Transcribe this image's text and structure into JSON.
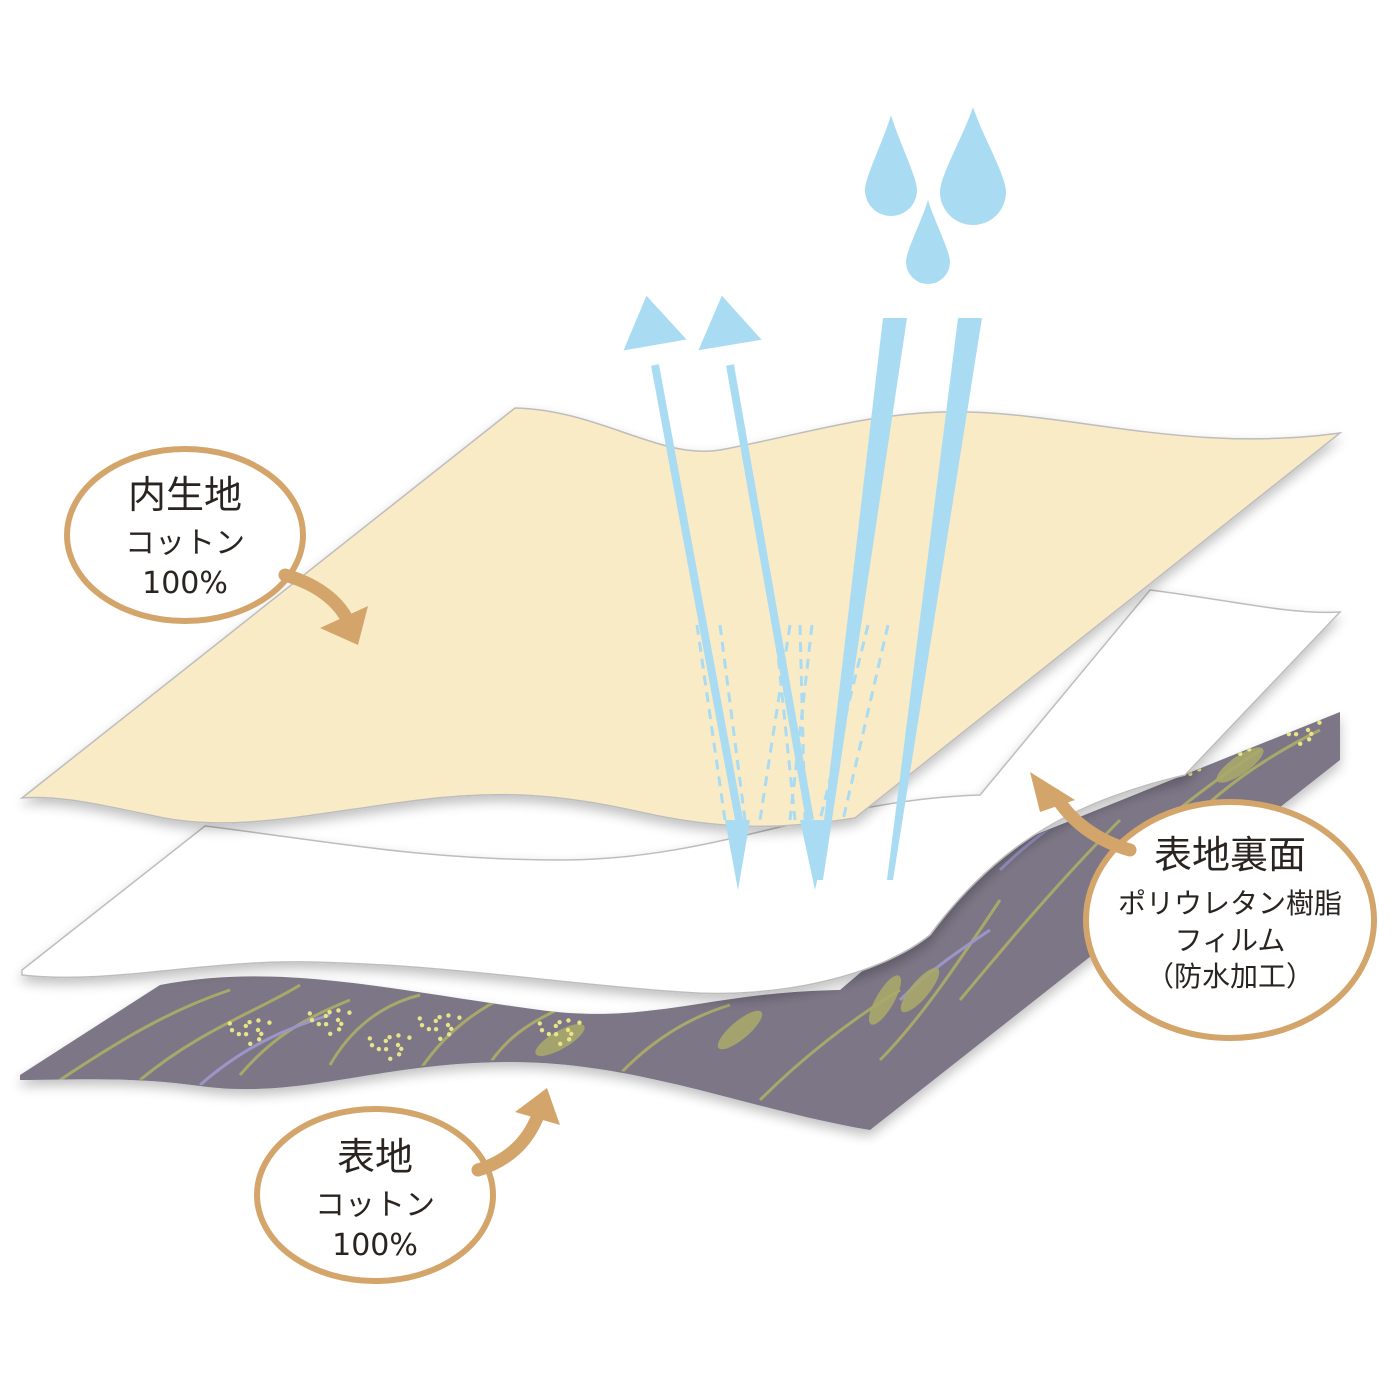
{
  "callouts": {
    "inner": {
      "title": "内生地",
      "line1": "コットン",
      "line2": "100%"
    },
    "back": {
      "title": "表地裏面",
      "line1": "ポリウレタン樹脂",
      "line2": "フィルム",
      "line3": "（防水加工）"
    },
    "outer": {
      "title": "表地",
      "line1": "コットン",
      "line2": "100%"
    }
  },
  "colors": {
    "inner_fabric": "#faebc7",
    "film": "#ffffff",
    "outer_fabric": "#7b7686",
    "outer_fabric_dark": "#6e6a7a",
    "water_blue": "#a9dcf2",
    "callout_ring": "#d4a56a",
    "arrow": "#d4a56a",
    "edge_line": "#bdbdbd",
    "plant_green": "#a8a86a",
    "plant_lavender": "#9b95c8",
    "flower_yellow": "#e8e48a"
  },
  "icons": [
    "water-drop-icon",
    "vapor-arrow-icon",
    "water-block-arrow-icon",
    "curved-arrow-icon"
  ]
}
